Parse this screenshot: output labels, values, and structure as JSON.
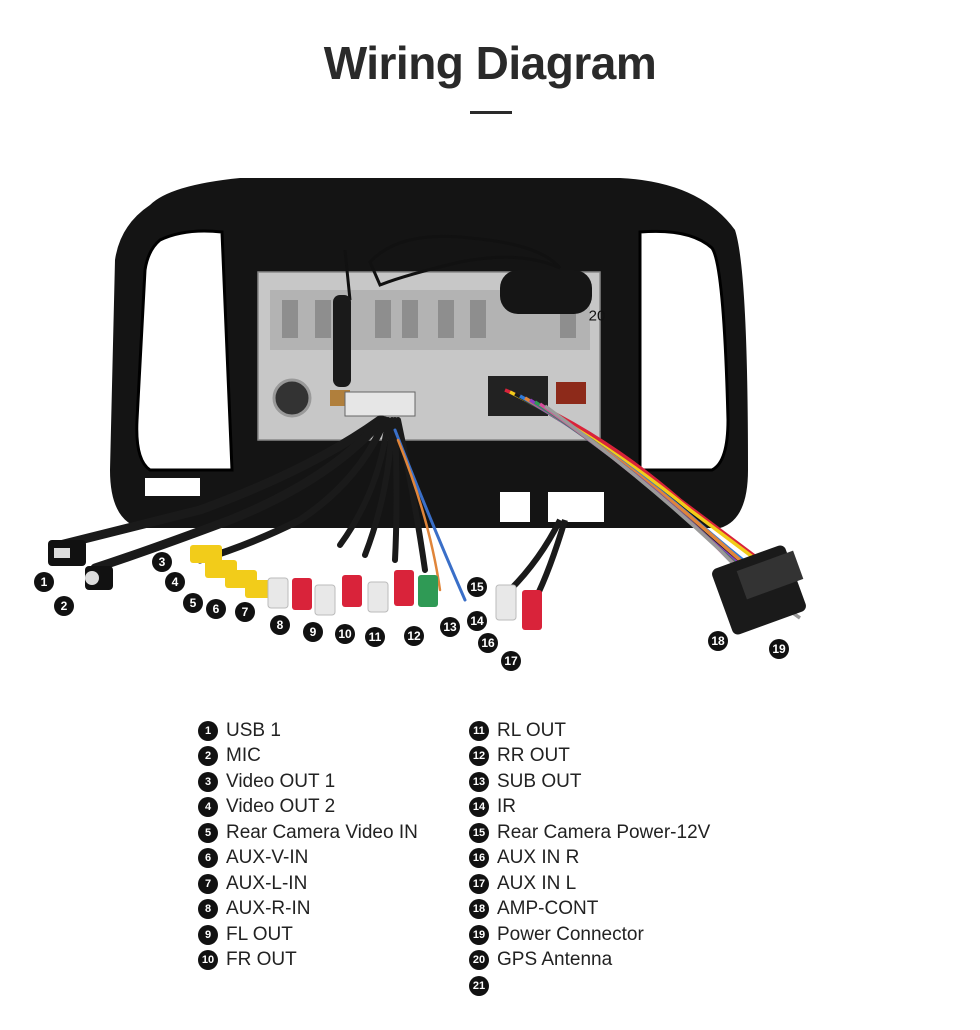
{
  "title": "Wiring Diagram",
  "callouts": [
    {
      "n": "1"
    },
    {
      "n": "2"
    },
    {
      "n": "3"
    },
    {
      "n": "4"
    },
    {
      "n": "5"
    },
    {
      "n": "6"
    },
    {
      "n": "7"
    },
    {
      "n": "8"
    },
    {
      "n": "9"
    },
    {
      "n": "10"
    },
    {
      "n": "11"
    },
    {
      "n": "12"
    },
    {
      "n": "13"
    },
    {
      "n": "14"
    },
    {
      "n": "15"
    },
    {
      "n": "16"
    },
    {
      "n": "17"
    },
    {
      "n": "18"
    },
    {
      "n": "19"
    },
    {
      "n": "20"
    }
  ],
  "legend_left": [
    {
      "n": "1",
      "label": "USB 1"
    },
    {
      "n": "2",
      "label": "MIC"
    },
    {
      "n": "3",
      "label": "Video OUT 1"
    },
    {
      "n": "4",
      "label": "Video OUT 2"
    },
    {
      "n": "5",
      "label": "Rear Camera Video IN"
    },
    {
      "n": "6",
      "label": "AUX-V-IN"
    },
    {
      "n": "7",
      "label": "AUX-L-IN"
    },
    {
      "n": "8",
      "label": "AUX-R-IN"
    },
    {
      "n": "9",
      "label": "FL OUT"
    },
    {
      "n": "10",
      "label": "FR OUT"
    }
  ],
  "legend_right": [
    {
      "n": "11",
      "label": "RL OUT"
    },
    {
      "n": "12",
      "label": "RR OUT"
    },
    {
      "n": "13",
      "label": "SUB OUT"
    },
    {
      "n": "14",
      "label": "IR"
    },
    {
      "n": "15",
      "label": "Rear Camera Power-12V"
    },
    {
      "n": "16",
      "label": "AUX IN R"
    },
    {
      "n": "17",
      "label": "AUX IN L"
    },
    {
      "n": "18",
      "label": "AMP-CONT"
    },
    {
      "n": "19",
      "label": "Power Connector"
    },
    {
      "n": "20",
      "label": "GPS Antenna"
    },
    {
      "n": "21",
      "label": ""
    }
  ]
}
